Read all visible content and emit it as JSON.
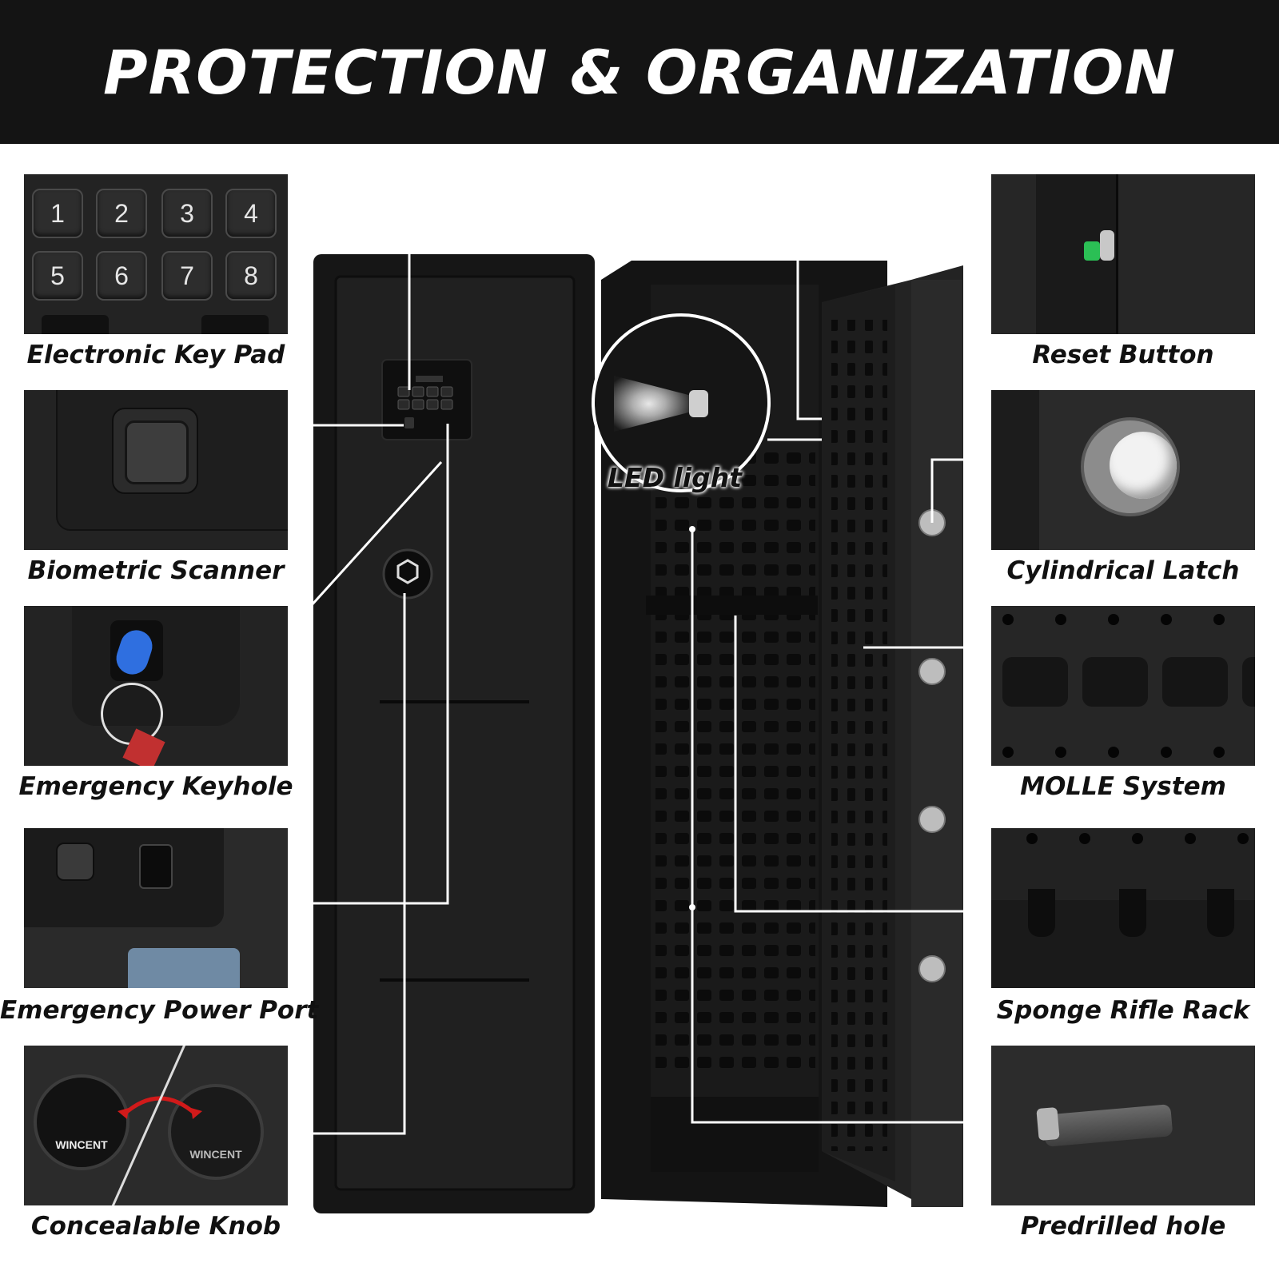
{
  "header": {
    "title": "PROTECTION & ORGANIZATION"
  },
  "keypad": {
    "keys": [
      "1",
      "2",
      "3",
      "4",
      "5",
      "6",
      "7",
      "8"
    ]
  },
  "features_left": [
    {
      "label": "Electronic Key Pad"
    },
    {
      "label": "Biometric Scanner"
    },
    {
      "label": "Emergency Keyhole"
    },
    {
      "label": "Emergency Power Port"
    },
    {
      "label": "Concealable Knob"
    }
  ],
  "features_right": [
    {
      "label": "Reset Button"
    },
    {
      "label": "Cylindrical Latch"
    },
    {
      "label": "MOLLE System"
    },
    {
      "label": "Sponge Rifle Rack"
    },
    {
      "label": "Predrilled hole"
    }
  ],
  "led": {
    "label": "LED light"
  },
  "brand": {
    "name": "WINCENT"
  },
  "colors": {
    "banner": "#141414",
    "safe": "#1c1c1c",
    "accent_arrow": "#d11a1a",
    "reset_button": "#2bbf55"
  }
}
